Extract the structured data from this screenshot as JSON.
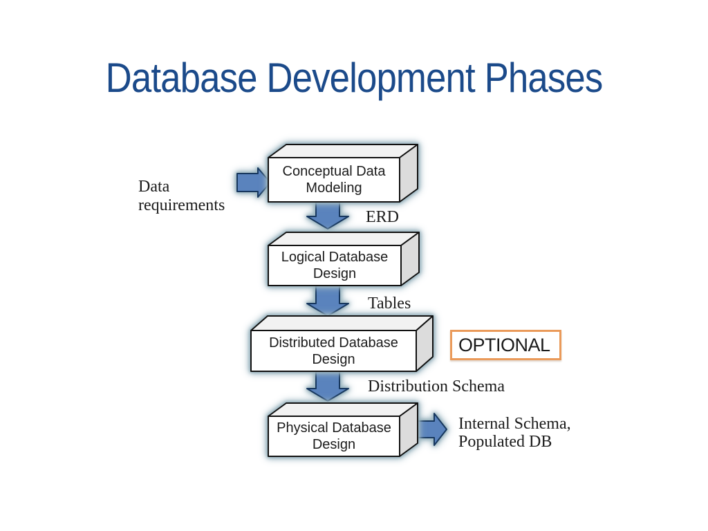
{
  "title": "Database Development Phases",
  "colors": {
    "title": "#1B4A8A",
    "text": "#1a1a1a",
    "arrow_fill": "#5A83BD",
    "arrow_stroke": "#17375E",
    "box_front": "#FFFFFF",
    "box_top": "#F2F2F2",
    "box_side": "#DCDCDC",
    "box_stroke": "#111111",
    "glow": "#9BB5C0",
    "optional_border": "#EA9A5A"
  },
  "diagram": {
    "boxes": [
      {
        "label": "Conceptual Data\nModeling"
      },
      {
        "label": "Logical Database\nDesign"
      },
      {
        "label": "Distributed Database\nDesign"
      },
      {
        "label": "Physical Database\nDesign"
      }
    ],
    "labels": {
      "input": "Data\nrequirements",
      "erd": "ERD",
      "tables": "Tables",
      "distribution_schema": "Distribution Schema",
      "output": "Internal Schema,\nPopulated DB",
      "optional": "OPTIONAL"
    }
  }
}
